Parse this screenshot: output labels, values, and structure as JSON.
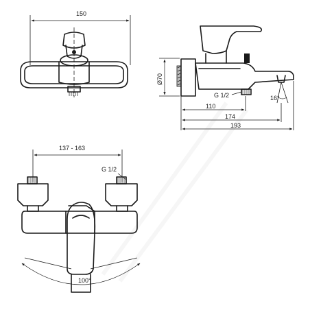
{
  "dimensions": {
    "front_width": "150",
    "side_diameter": "Ø70",
    "thread_side": "G 1/2",
    "len_110": "110",
    "len_174": "174",
    "len_193": "193",
    "angle_spout": "16°",
    "bottom_centers": "137 - 163",
    "thread_bottom": "G 1/2",
    "angle_lever": "100°"
  }
}
